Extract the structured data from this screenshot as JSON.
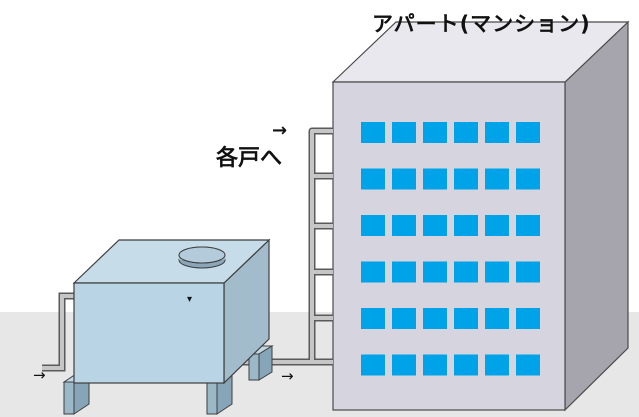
{
  "building": {
    "label": "アパート(マンション)",
    "floors": 6,
    "windows_per_floor": 6
  },
  "riser": {
    "label": "各戸へ",
    "arrow": "→"
  },
  "flow_arrows": {
    "inlet": "→",
    "outlet": "→",
    "tank_level_marker": "▾"
  },
  "colors": {
    "window": "#00a3e8",
    "building_front": "#d6d4de",
    "building_side": "#a6a4ad",
    "building_top": "#e9e8ee",
    "tank_front": "#b9d4e4",
    "tank_side": "#a2bccc",
    "tank_top": "#c6dde9",
    "ground": "#e7e7e7",
    "pipe": "#b4b4b4",
    "base_block": "#9bb8c9"
  }
}
